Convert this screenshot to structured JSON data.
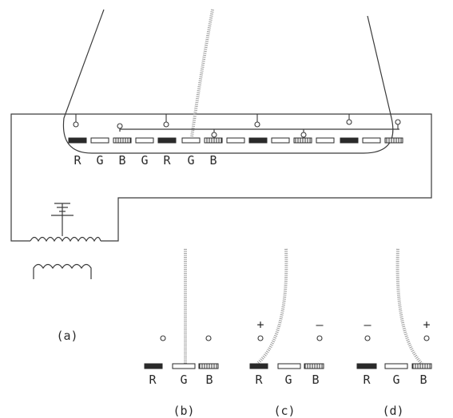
{
  "main": {
    "stripe_labels": [
      "R",
      "G",
      "B",
      "G",
      "R",
      "G",
      "B"
    ],
    "sub_b": {
      "labels": [
        "R",
        "G",
        "B"
      ],
      "polarity": [
        "",
        ""
      ],
      "caption": "(b)"
    },
    "sub_c": {
      "labels": [
        "R",
        "G",
        "B"
      ],
      "polarity": [
        "+",
        "–"
      ],
      "caption": "(c)"
    },
    "sub_d": {
      "labels": [
        "R",
        "G",
        "B"
      ],
      "polarity": [
        "–",
        "+"
      ],
      "caption": "(d)"
    },
    "caption_a": "(a)"
  },
  "colors": {
    "line": "#3a3a3a",
    "beam": "#9a9a9a",
    "stripe": "#2a2a2a"
  }
}
